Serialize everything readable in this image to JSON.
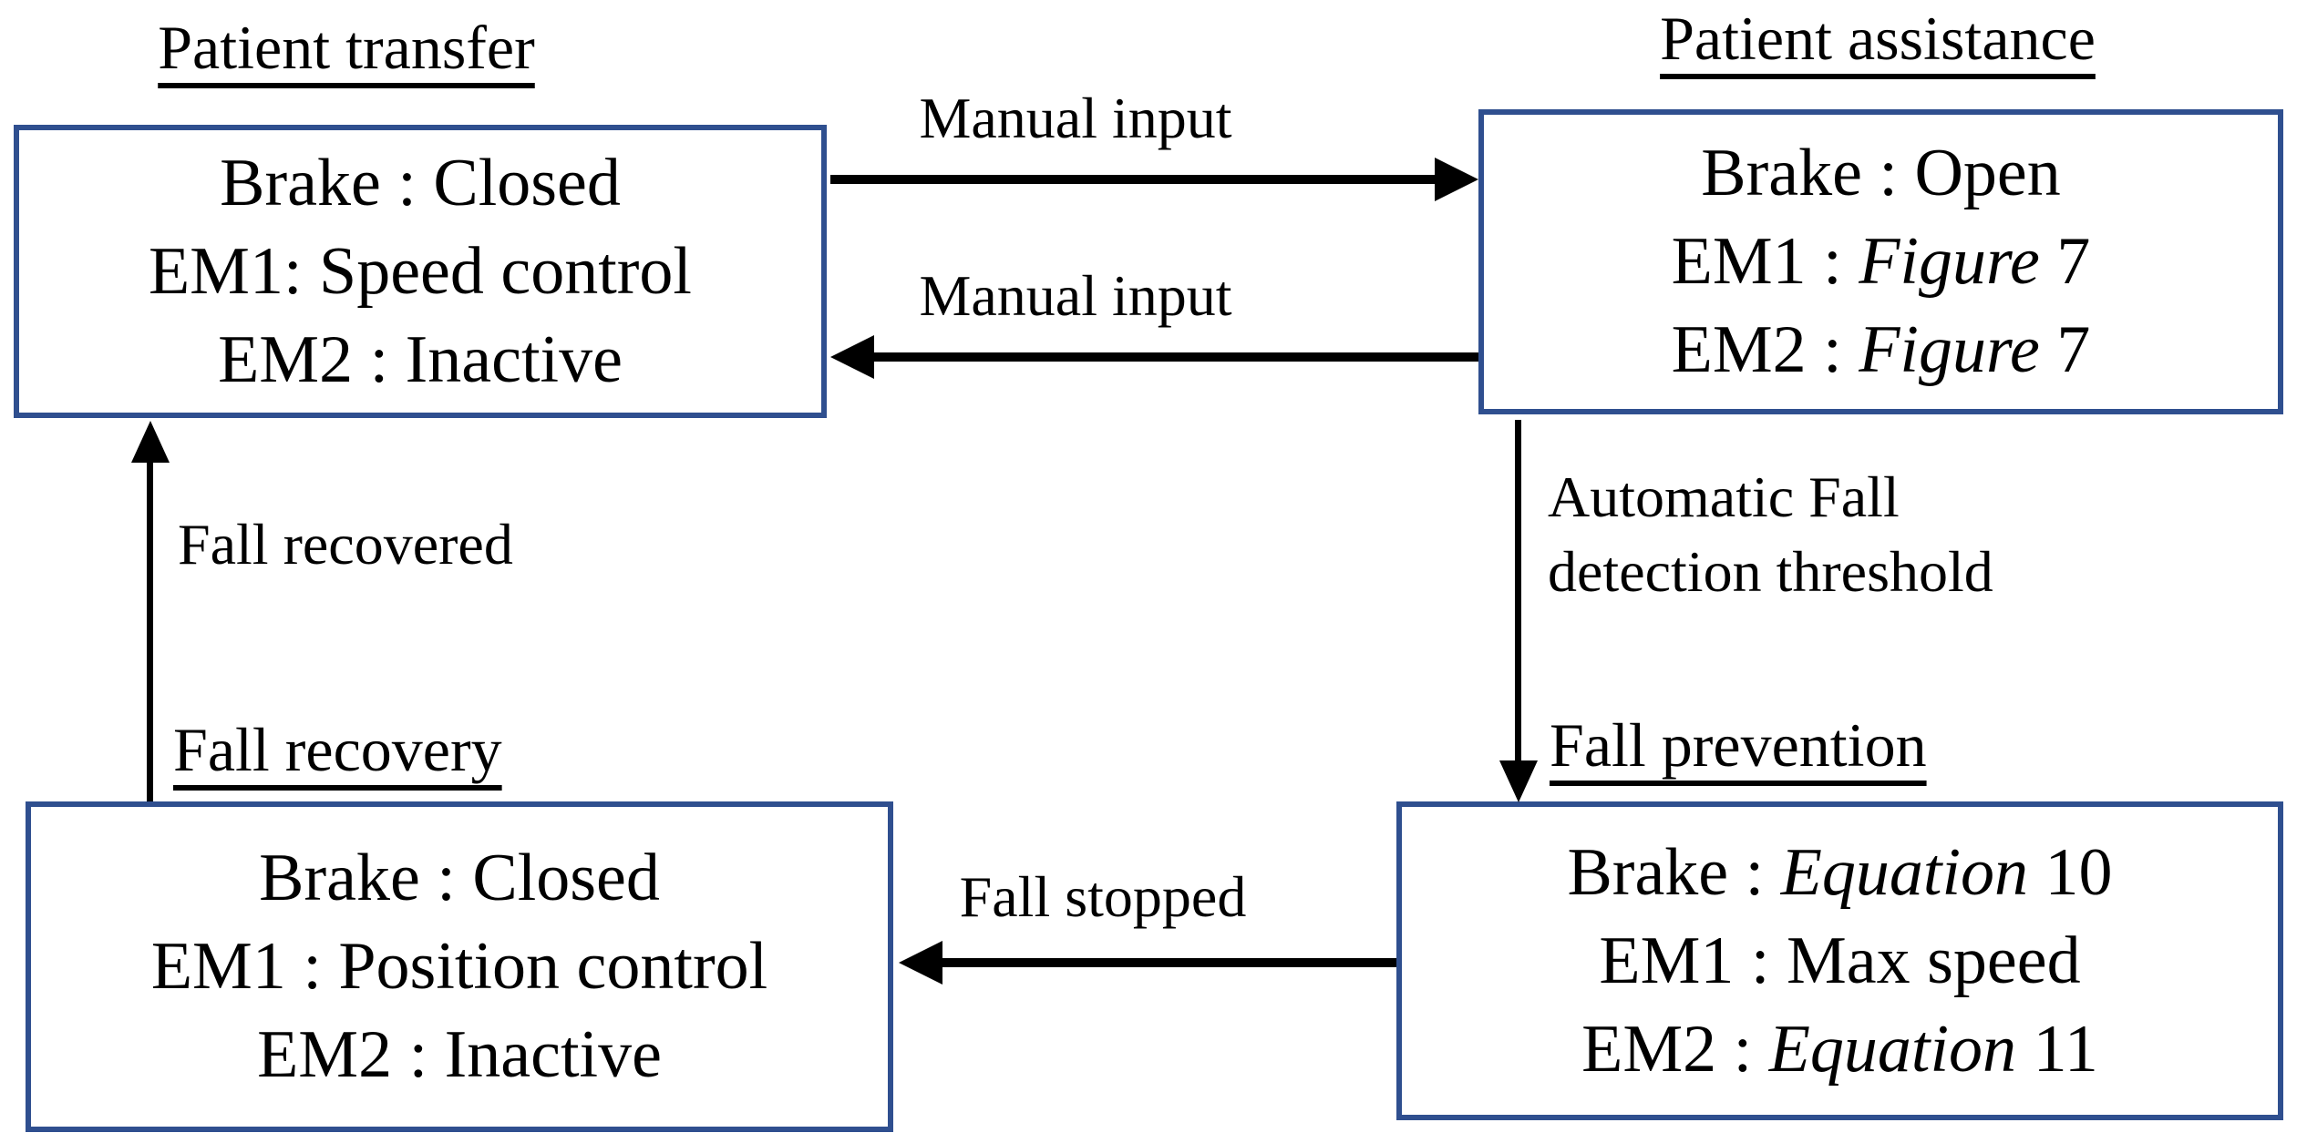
{
  "figure": {
    "background_color": "#FFFFFF",
    "box_border_color": "#2F4F8F",
    "text_color": "#000000",
    "arrow_color": "#000000",
    "states": [
      {
        "id": "patient-transfer",
        "title": "Patient transfer",
        "lines": [
          [
            {
              "t": "Brake : Closed"
            }
          ],
          [
            {
              "t": "EM1: Speed control"
            }
          ],
          [
            {
              "t": "EM2 : Inactive"
            }
          ]
        ]
      },
      {
        "id": "patient-assistance",
        "title": "Patient assistance",
        "lines": [
          [
            {
              "t": "Brake : Open"
            }
          ],
          [
            {
              "t": "EM1 : "
            },
            {
              "t": "Figure",
              "i": true
            },
            {
              "t": " 7"
            }
          ],
          [
            {
              "t": "EM2 : "
            },
            {
              "t": "Figure",
              "i": true
            },
            {
              "t": " 7"
            }
          ]
        ]
      },
      {
        "id": "fall-recovery",
        "title": "Fall recovery",
        "lines": [
          [
            {
              "t": "Brake : Closed"
            }
          ],
          [
            {
              "t": "EM1 : Position control"
            }
          ],
          [
            {
              "t": "EM2 : Inactive"
            }
          ]
        ]
      },
      {
        "id": "fall-prevention",
        "title": "Fall prevention",
        "lines": [
          [
            {
              "t": "Brake : "
            },
            {
              "t": "Equation",
              "i": true
            },
            {
              "t": " 10"
            }
          ],
          [
            {
              "t": "EM1 : Max speed"
            }
          ],
          [
            {
              "t": "EM2 : "
            },
            {
              "t": "Equation",
              "i": true
            },
            {
              "t": " 11"
            }
          ]
        ]
      }
    ],
    "transitions": [
      {
        "id": "transfer-to-assistance",
        "from": "patient-transfer",
        "to": "patient-assistance",
        "direction": "right",
        "label": "Manual input"
      },
      {
        "id": "assistance-to-transfer",
        "from": "patient-assistance",
        "to": "patient-transfer",
        "direction": "left",
        "label": "Manual input"
      },
      {
        "id": "assistance-to-prevention",
        "from": "patient-assistance",
        "to": "fall-prevention",
        "direction": "down",
        "label": "Automatic Fall detection threshold",
        "label_lines": [
          "Automatic Fall",
          "detection threshold"
        ]
      },
      {
        "id": "prevention-to-recovery",
        "from": "fall-prevention",
        "to": "fall-recovery",
        "direction": "left",
        "label": "Fall stopped"
      },
      {
        "id": "recovery-to-transfer",
        "from": "fall-recovery",
        "to": "patient-transfer",
        "direction": "up",
        "label": "Fall recovered"
      }
    ]
  }
}
